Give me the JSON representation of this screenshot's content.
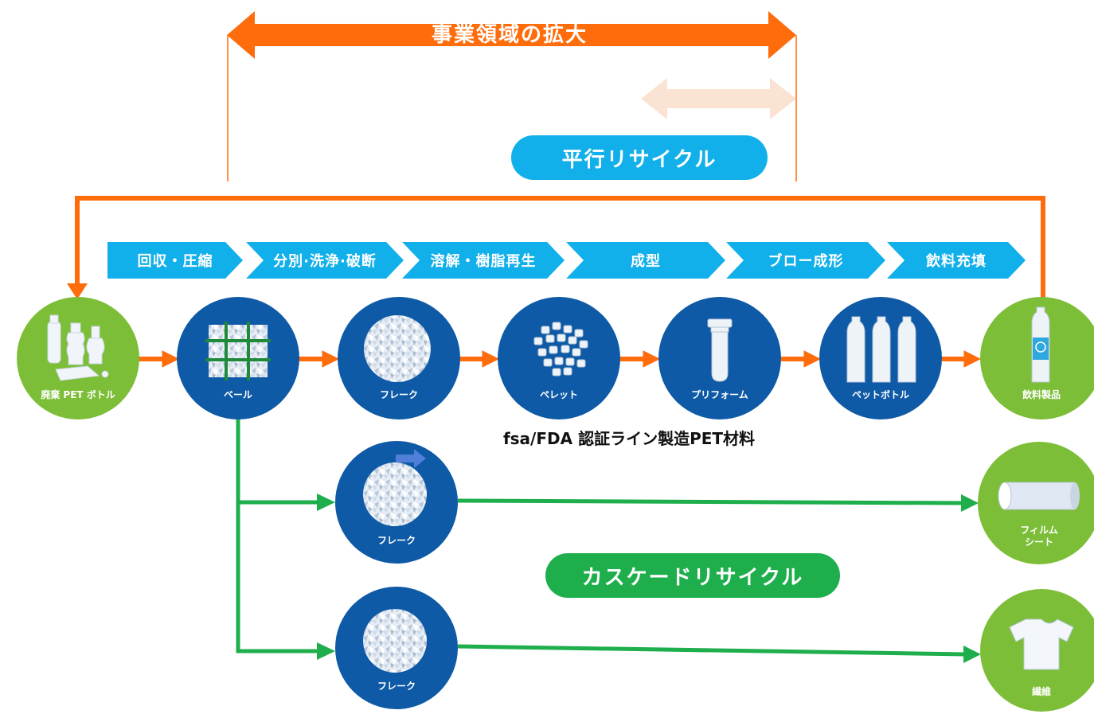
{
  "header": {
    "expansion_label": "事業領域の拡大",
    "parallel_recycle_label": "平行リサイクル",
    "cascade_recycle_label": "カスケードリサイクル",
    "certified_material_label": "fsa/FDA 認証ライン製造PET材料"
  },
  "process_steps": [
    {
      "label": "回収・圧縮"
    },
    {
      "label": "分別·洗浄·破断"
    },
    {
      "label": "溶解・樹脂再生"
    },
    {
      "label": "成型"
    },
    {
      "label": "ブロー成形"
    },
    {
      "label": "飲料充填"
    }
  ],
  "main_nodes": [
    {
      "label": "廃棄 PET ボトル",
      "icon": "waste-bottles-icon"
    },
    {
      "label": "ベール",
      "icon": "bale-icon"
    },
    {
      "label": "フレーク",
      "icon": "flakes-icon"
    },
    {
      "label": "ペレット",
      "icon": "pellets-icon"
    },
    {
      "label": "プリフォーム",
      "icon": "preform-icon"
    },
    {
      "label": "ペットボトル",
      "icon": "pet-bottles-icon"
    },
    {
      "label": "飲料製品",
      "icon": "beverage-bottle-icon"
    }
  ],
  "cascade_nodes": [
    {
      "label": "フレーク",
      "icon": "flakes-icon"
    },
    {
      "label": "フレーク",
      "icon": "flakes-icon"
    }
  ],
  "end_products": [
    {
      "label_line1": "フィルム",
      "label_line2": "シート",
      "icon": "film-roll-icon"
    },
    {
      "label_line1": "繊維",
      "label_line2": "",
      "icon": "t-shirt-icon"
    }
  ],
  "colors": {
    "orange": "#fe6c0b",
    "light_orange": "#fbe3d4",
    "cyan": "#12b0ea",
    "dark_blue": "#0e5aa6",
    "green": "#1eae4c",
    "lime": "#7cbe37"
  }
}
